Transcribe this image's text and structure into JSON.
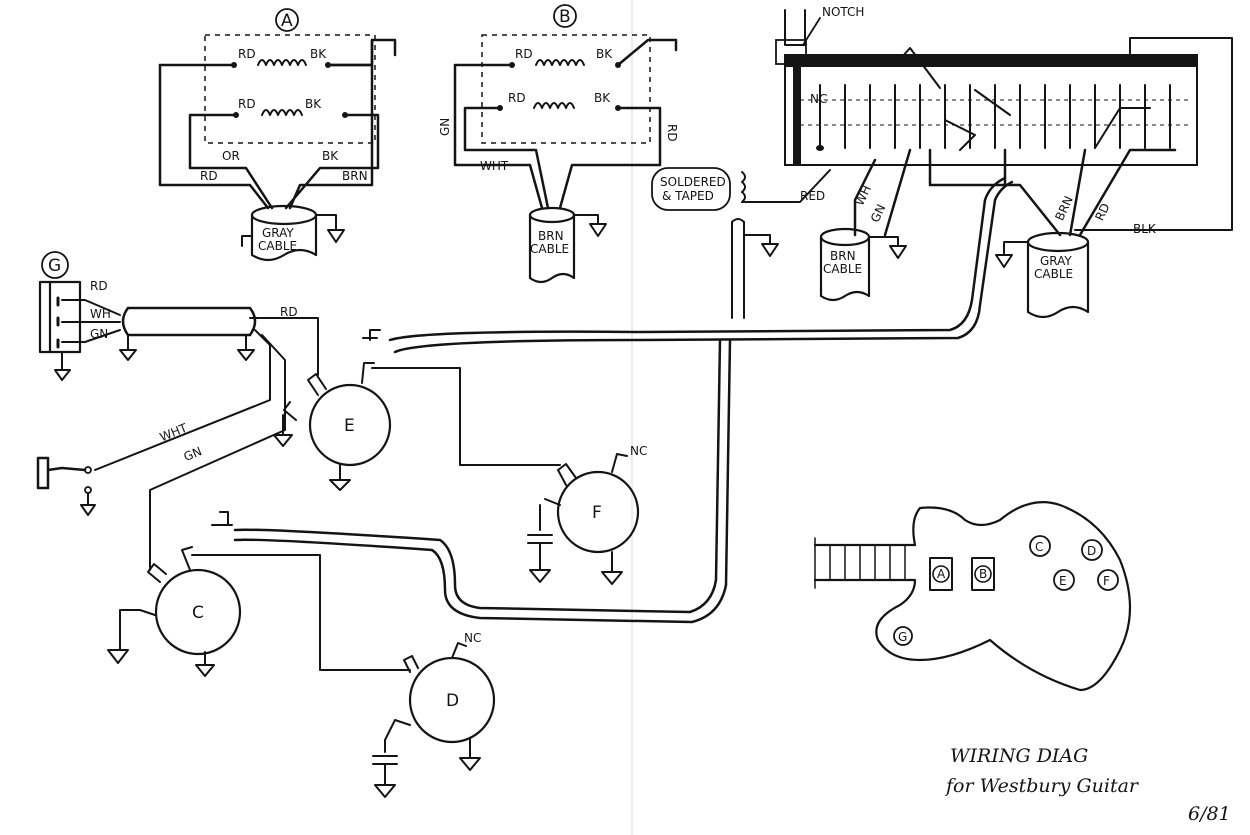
{
  "pickup_a": {
    "letter": "A",
    "coil_top": {
      "start": "RD",
      "end": "BK"
    },
    "coil_bottom": {
      "start": "RD",
      "end": "BK"
    },
    "lead_labels": [
      "OR",
      "BK",
      "RD",
      "BRN"
    ],
    "cable": [
      "GRAY",
      "CABLE"
    ]
  },
  "pickup_b": {
    "letter": "B",
    "coil_top": {
      "start": "RD",
      "end": "BK"
    },
    "coil_bottom": {
      "start": "RD",
      "end": "BK"
    },
    "side_left": "GN",
    "side_right": "RD",
    "lead_label": "WHT",
    "cable": [
      "BRN",
      "CABLE"
    ]
  },
  "selector_switch": {
    "notch_label": "NOTCH",
    "nc_label": "NC",
    "soldered_note": [
      "SOLDERED",
      "& TAPED"
    ],
    "lead_labels": {
      "red": "RED",
      "wh": "WH",
      "gn": "GN",
      "brn": "BRN",
      "rd": "RD",
      "blk": "BLK"
    },
    "brn_cable": [
      "BRN",
      "CABLE"
    ],
    "gray_cable": [
      "GRAY",
      "CABLE"
    ]
  },
  "jack_g": {
    "letter": "G",
    "leads": [
      "RD",
      "WH",
      "GN"
    ]
  },
  "wire_labels": {
    "rd": "RD",
    "wht": "WHT",
    "gn": "GN"
  },
  "pots": [
    {
      "letter": "E"
    },
    {
      "letter": "F",
      "nc": "NC"
    },
    {
      "letter": "C"
    },
    {
      "letter": "D",
      "nc": "NC"
    }
  ],
  "guitar_body": {
    "pickups": [
      "A",
      "B"
    ],
    "knobs": [
      "C",
      "D",
      "E",
      "F"
    ],
    "jack": "G"
  },
  "title": {
    "line1": "WIRING  DIAG",
    "line2": "for Westbury Guitar"
  },
  "date": "6/81"
}
